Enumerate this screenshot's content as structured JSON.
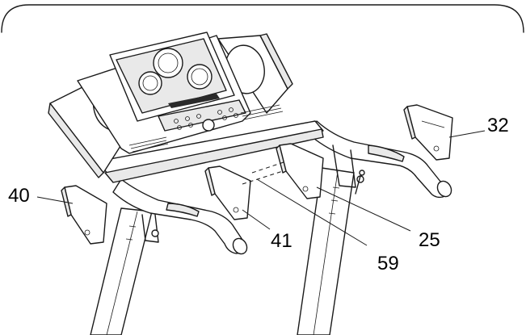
{
  "callouts": [
    {
      "id": "32",
      "text": "32"
    },
    {
      "id": "40",
      "text": "40"
    },
    {
      "id": "41",
      "text": "41"
    },
    {
      "id": "25",
      "text": "25"
    },
    {
      "id": "59",
      "text": "59"
    }
  ],
  "colors": {
    "line": "#1a1a1a",
    "background": "#ffffff",
    "shade": "#e9e9e9"
  }
}
